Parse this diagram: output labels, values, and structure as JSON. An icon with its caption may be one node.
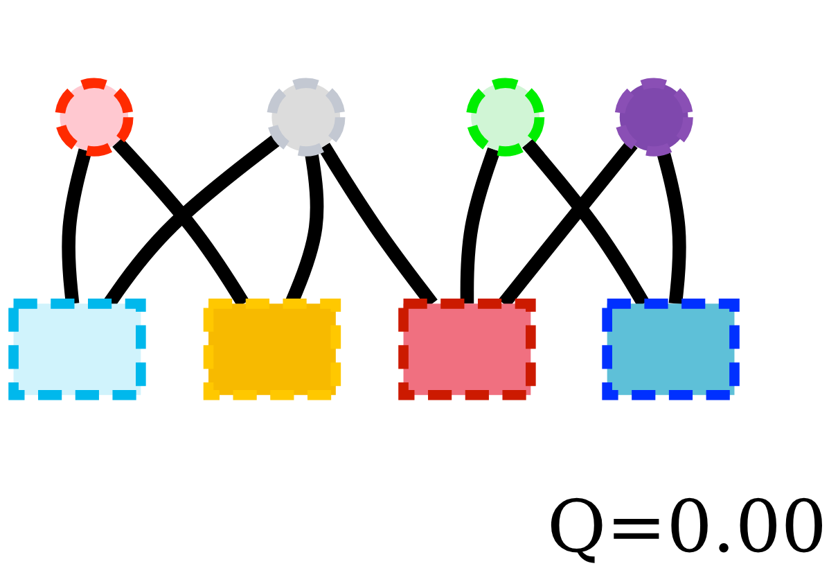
{
  "diagram": {
    "nodes": [
      {
        "text": [],
        "shape": "circle"
      },
      {
        "text": [],
        "shape": "circle"
      },
      {
        "text": [],
        "shape": "circle"
      },
      {
        "text": [],
        "shape": "circle"
      },
      {
        "text": [],
        "shape": "box"
      },
      {
        "text": [],
        "shape": "box"
      },
      {
        "text": [],
        "shape": "box"
      },
      {
        "text": [],
        "shape": "box"
      }
    ],
    "edges": [
      {
        "from": 0,
        "to": 4,
        "arrow": "none"
      },
      {
        "from": 0,
        "to": 5,
        "arrow": "none"
      },
      {
        "from": 1,
        "to": 4,
        "arrow": "none"
      },
      {
        "from": 1,
        "to": 5,
        "arrow": "none"
      },
      {
        "from": 1,
        "to": 6,
        "arrow": "none"
      },
      {
        "from": 2,
        "to": 6,
        "arrow": "none"
      },
      {
        "from": 2,
        "to": 7,
        "arrow": "none"
      },
      {
        "from": 3,
        "to": 6,
        "arrow": "none"
      },
      {
        "from": 3,
        "to": 7,
        "arrow": "none"
      }
    ],
    "labels": [
      "Q=0.00"
    ]
  }
}
